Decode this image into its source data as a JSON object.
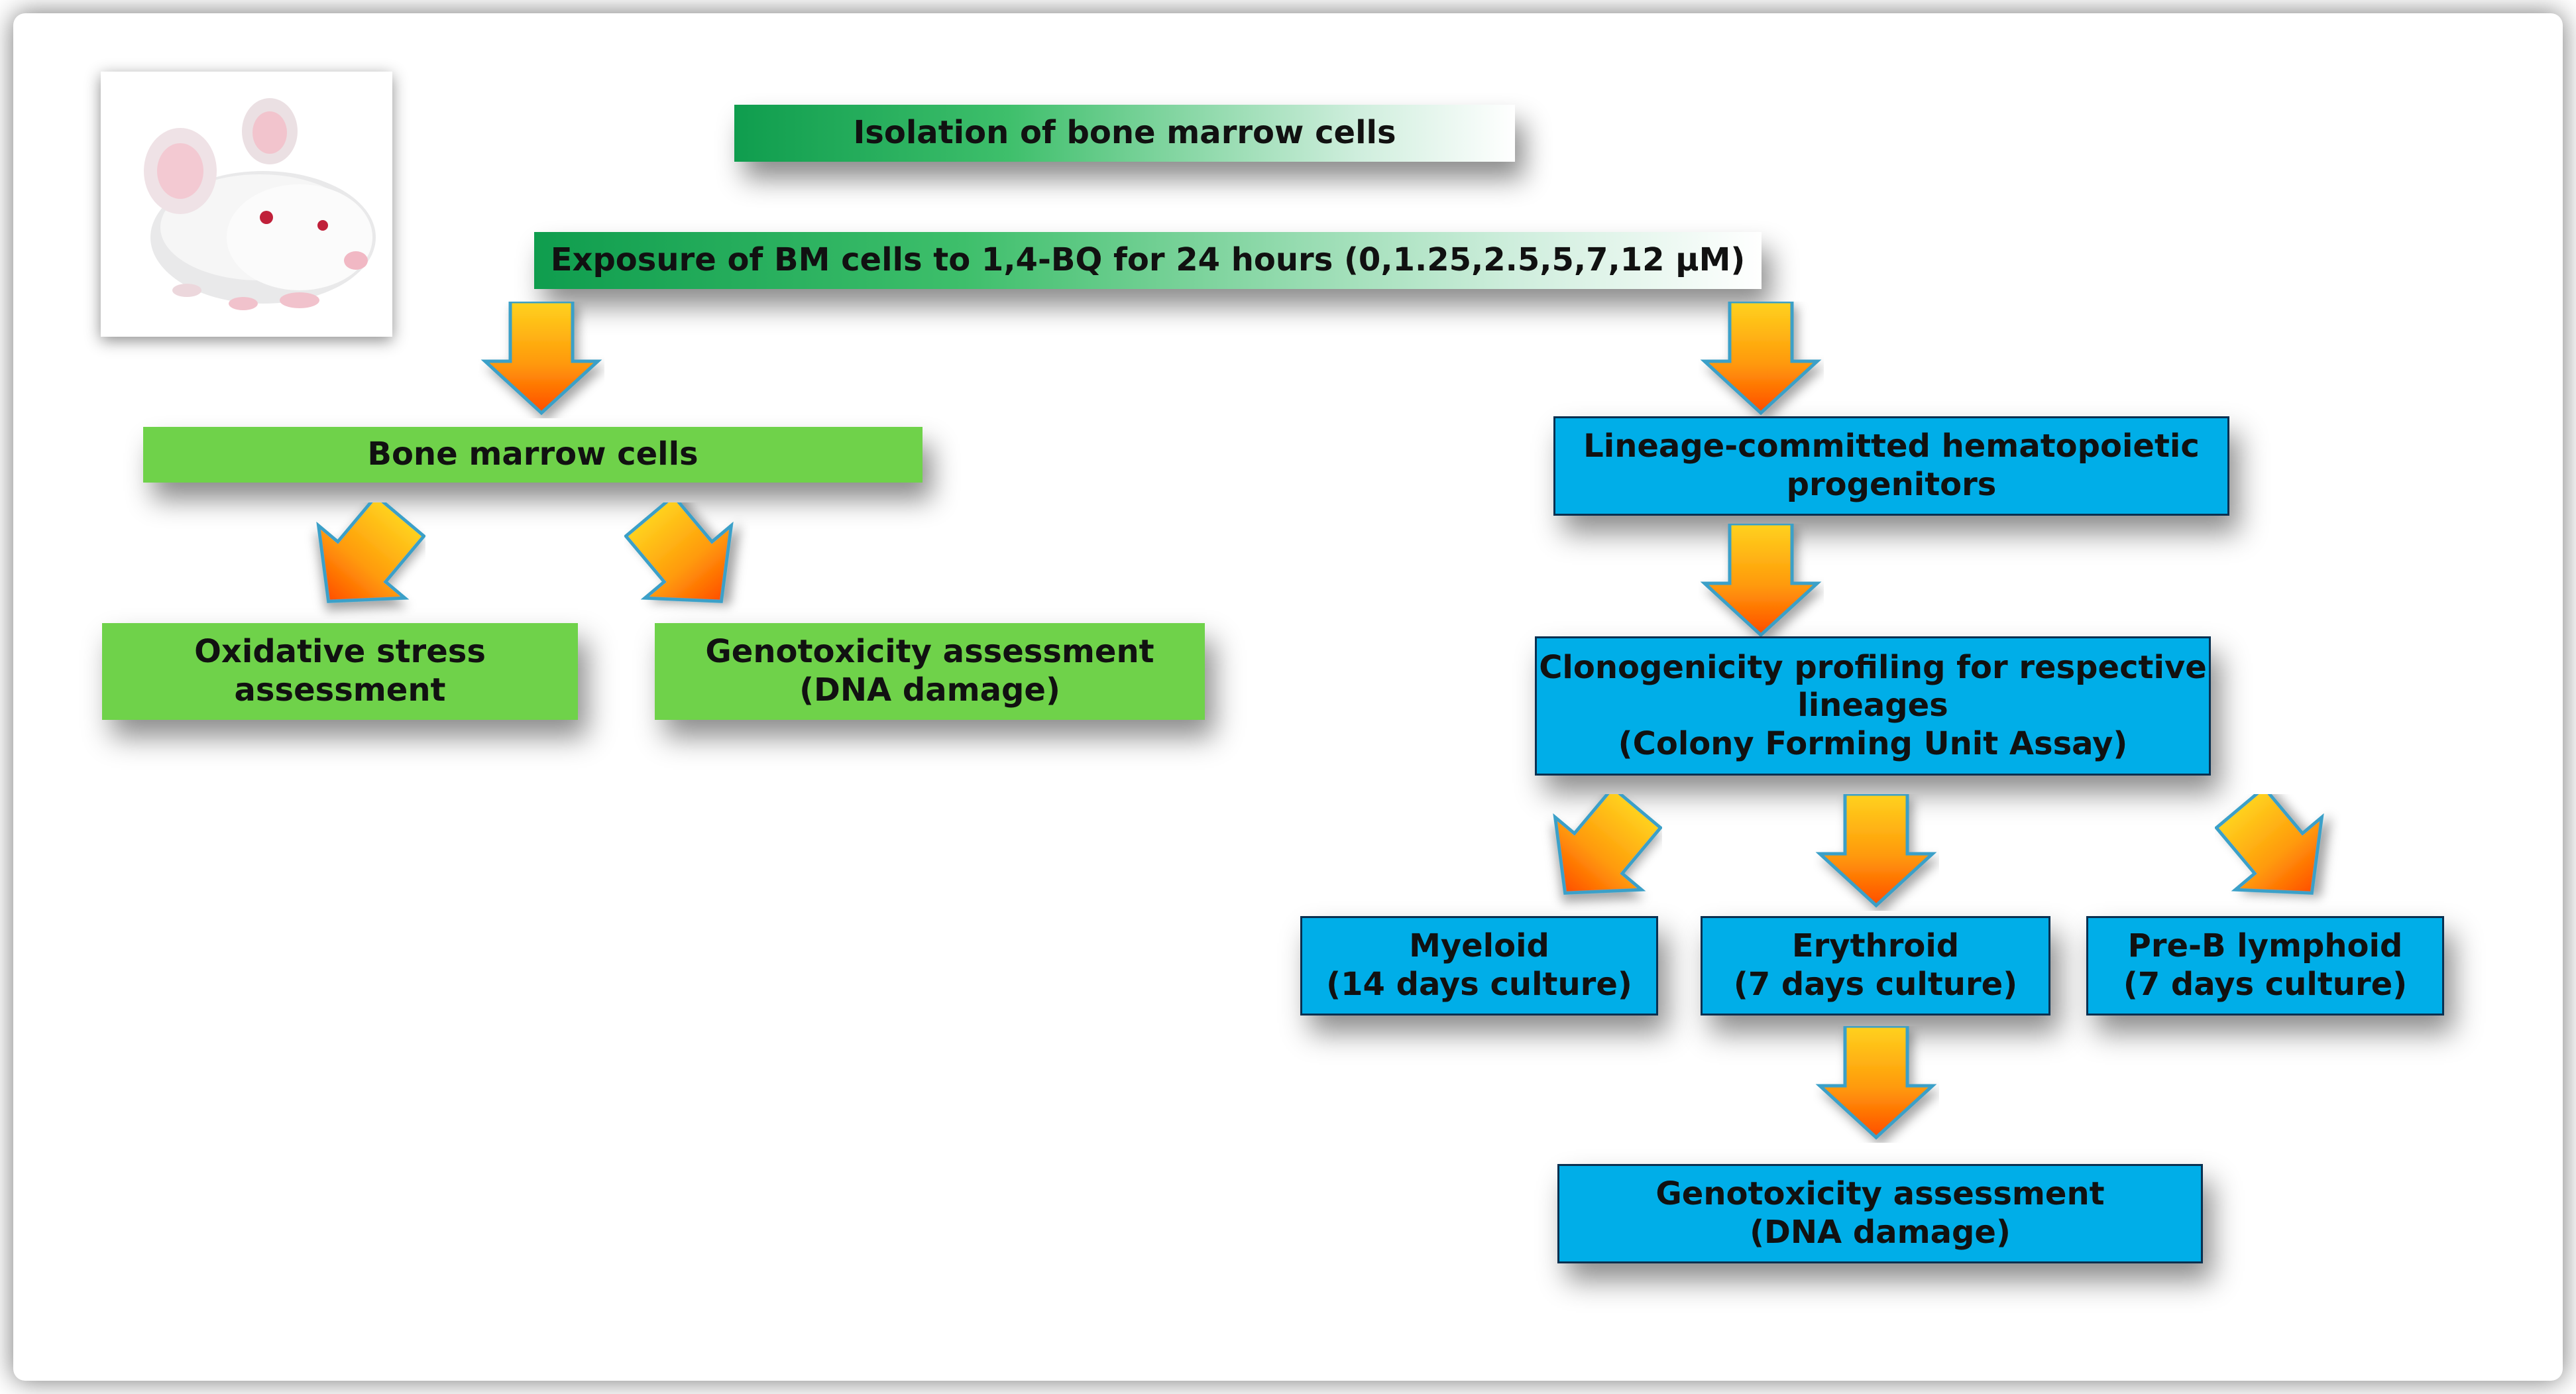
{
  "header": {
    "isolation": "Isolation of bone marrow cells",
    "exposure": "Exposure of BM cells to 1,4-BQ for 24 hours  (0,1.25,2.5,5,7,12 µM)"
  },
  "left_branch": {
    "bone_marrow": "Bone marrow cells",
    "oxidative": [
      "Oxidative stress",
      "assessment"
    ],
    "genotox": [
      "Genotoxicity assessment",
      "(DNA damage)"
    ]
  },
  "right_branch": {
    "lineage": [
      "Lineage-committed hematopoietic",
      "progenitors"
    ],
    "clonogenicity": [
      "Clonogenicity profiling for respective",
      "lineages",
      "(Colony Forming Unit Assay)"
    ],
    "myeloid": [
      "Myeloid",
      "(14 days culture)"
    ],
    "erythroid": [
      "Erythroid",
      "(7 days culture)"
    ],
    "preb": [
      "Pre-B lymphoid",
      "(7 days culture)"
    ],
    "genotox": [
      "Genotoxicity assessment",
      "(DNA damage)"
    ]
  },
  "colors": {
    "green_box": "#6fd24a",
    "blue_box": "#00aee8",
    "gradient_green": "#0f9d4e",
    "arrow_yellow": "#ffd21f",
    "arrow_orange": "#ff5a00",
    "arrow_outline": "#3aa0c8"
  },
  "icons": [
    "mouse-photo",
    "down-arrow-icon",
    "diagonal-arrow-icon"
  ]
}
